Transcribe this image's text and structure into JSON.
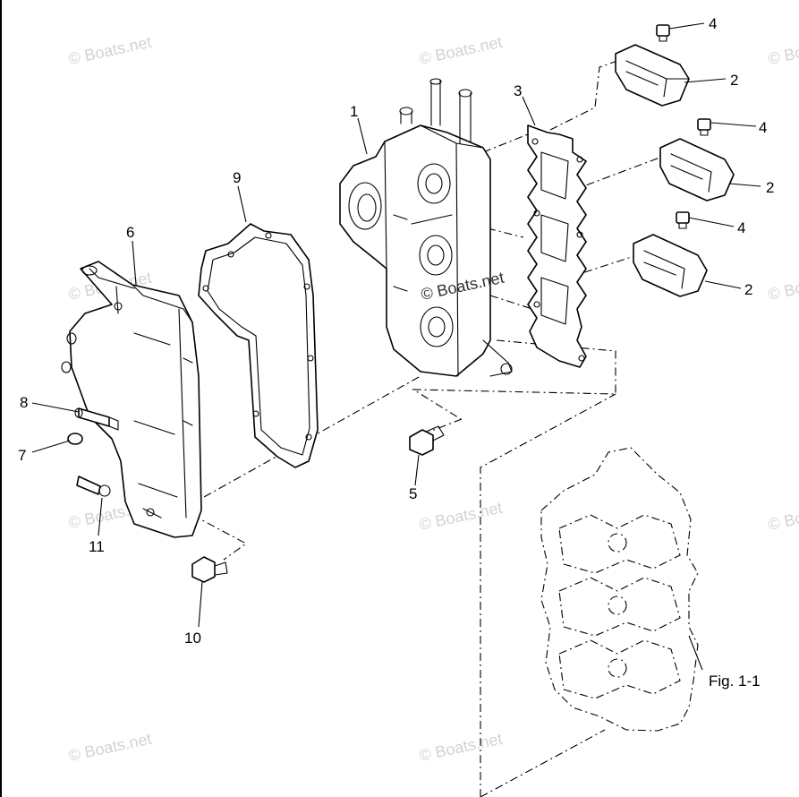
{
  "diagram": {
    "callouts": [
      "1",
      "2",
      "2",
      "2",
      "3",
      "4",
      "4",
      "4",
      "5",
      "6",
      "7",
      "8",
      "9",
      "10",
      "11"
    ],
    "figure_reference": "Fig. 1-1"
  },
  "watermarks": [
    "© Boats.net",
    "© Boats.net",
    "© Boats.net",
    "© Boats.net",
    "© Boats.net",
    "© Boats.net",
    "© Boats.net",
    "© Boats.net",
    "© Boats.net",
    "© Boats.net"
  ]
}
